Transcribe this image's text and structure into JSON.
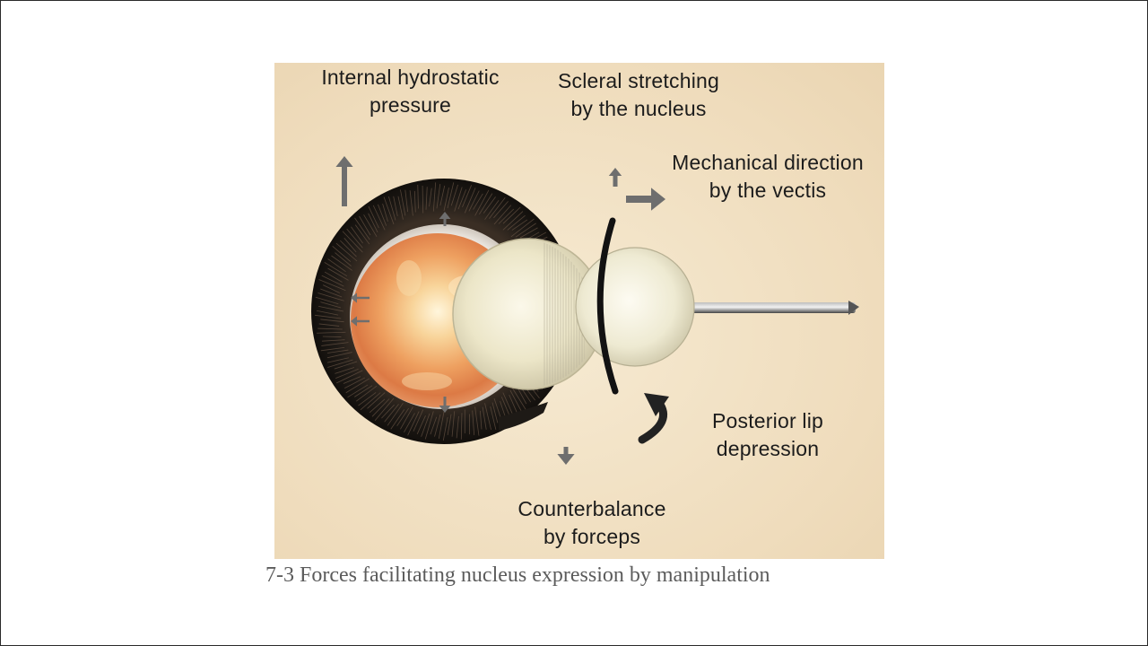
{
  "labels": {
    "internal_pressure": [
      "Internal hydrostatic",
      "pressure"
    ],
    "scleral_stretching": [
      "Scleral stretching",
      "by the nucleus"
    ],
    "mechanical_direction": [
      "Mechanical direction",
      "by the vectis"
    ],
    "posterior_lip": [
      "Posterior lip",
      "depression"
    ],
    "counterbalance": [
      "Counterbalance",
      "by forceps"
    ]
  },
  "caption": "7-3 Forces facilitating nucleus expression by manipulation",
  "colors": {
    "panel_background": "#f2e3c6",
    "iris": "#1e1a16",
    "nucleus": "#f0b070",
    "arrows": "#707070"
  }
}
